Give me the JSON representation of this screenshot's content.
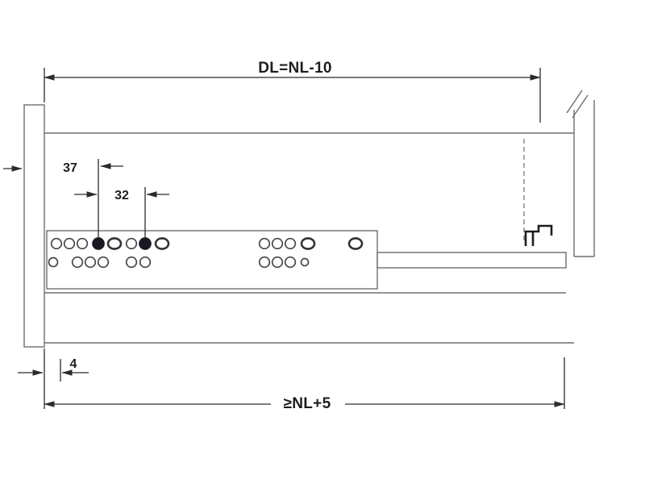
{
  "diagram": {
    "labels": {
      "top_dimension": "DL=NL-10",
      "bottom_dimension": "≥NL+5",
      "front_offset": "37",
      "hole_spacing": "32",
      "bottom_offset": "4"
    },
    "colors": {
      "background": "#ffffff",
      "structure_line": "#6e6e6e",
      "dimension_line": "#2b2b2b",
      "text": "#1d1d1d",
      "dark_hole": "#191923"
    }
  }
}
